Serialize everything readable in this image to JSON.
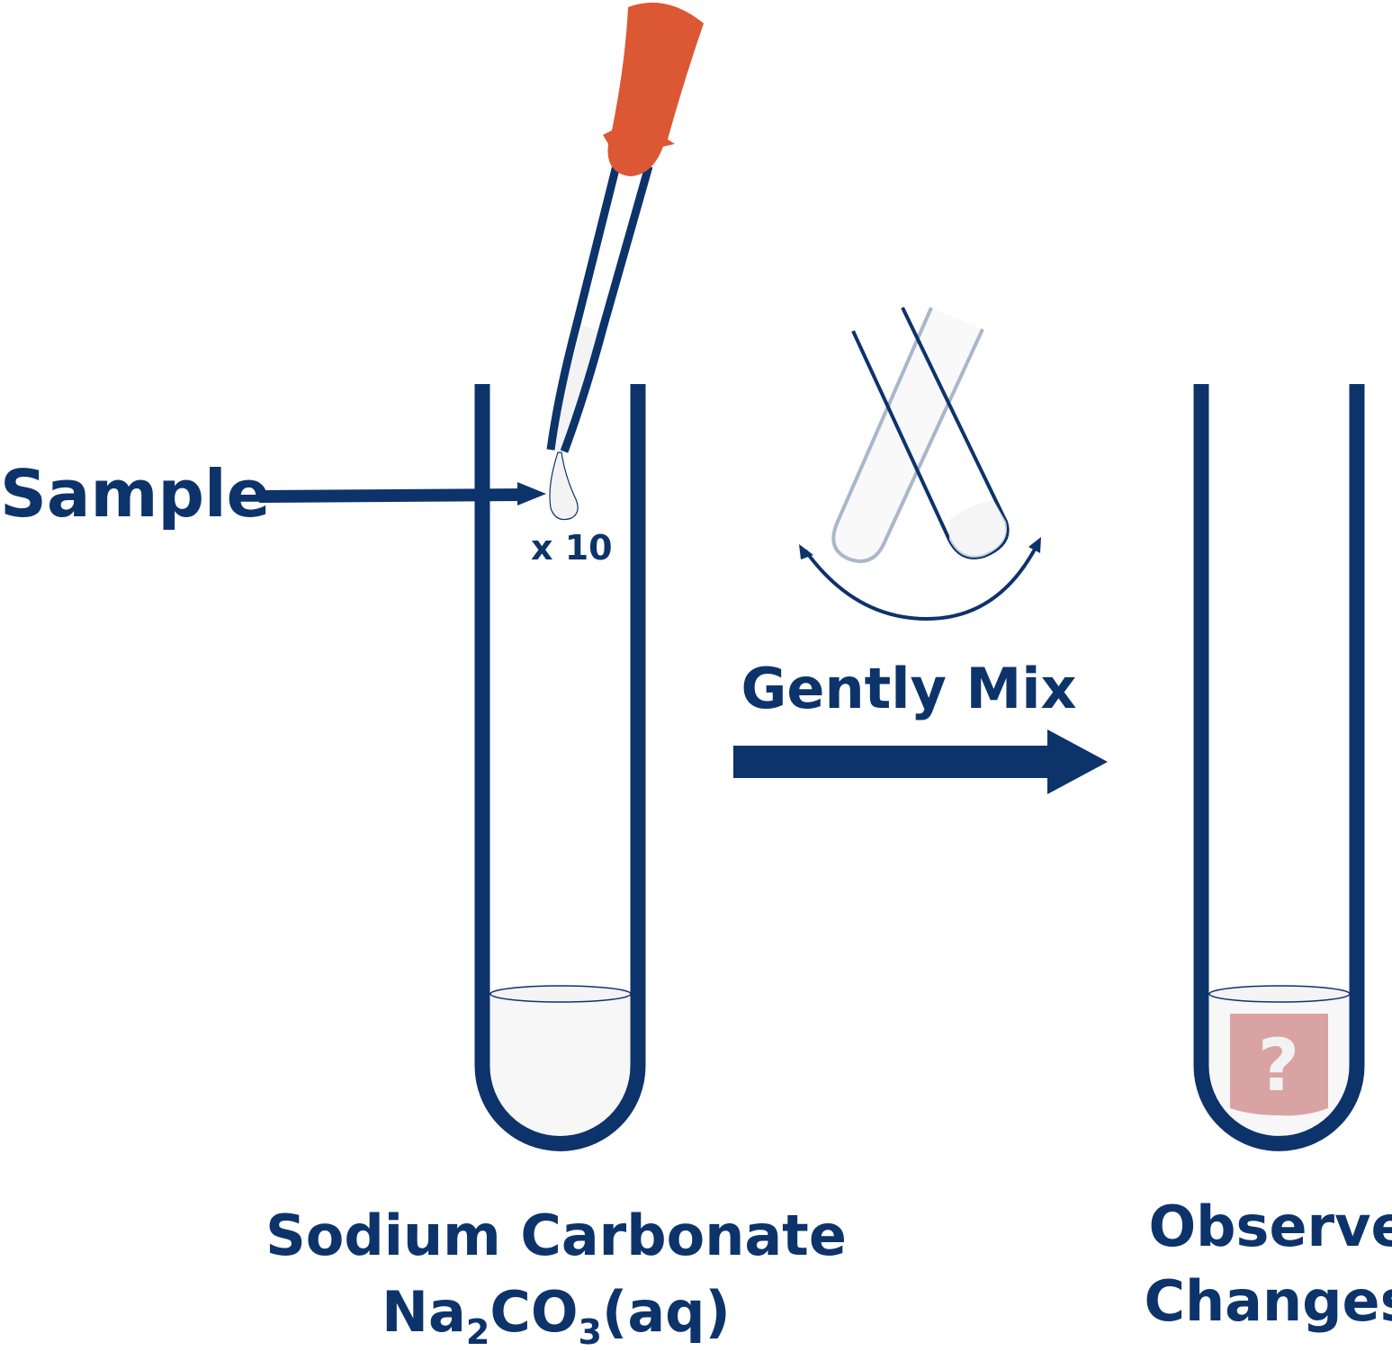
{
  "colors": {
    "navy": "#0d336b",
    "dropper_bulb": "#dc5734",
    "liquid": "#f7f7f7",
    "unknown_result": "#d9a3a3"
  },
  "labels": {
    "sample": "Sample",
    "drops": "x 10",
    "mix": "Gently Mix",
    "reagent_name": "Sodium Carbonate",
    "formula": {
      "part1": "Na",
      "sub1": "2",
      "part2": "CO",
      "sub2": "3",
      "part3": "(aq)"
    },
    "observe_line1": "Observe",
    "observe_line2": "Changes",
    "unknown_mark": "?"
  }
}
